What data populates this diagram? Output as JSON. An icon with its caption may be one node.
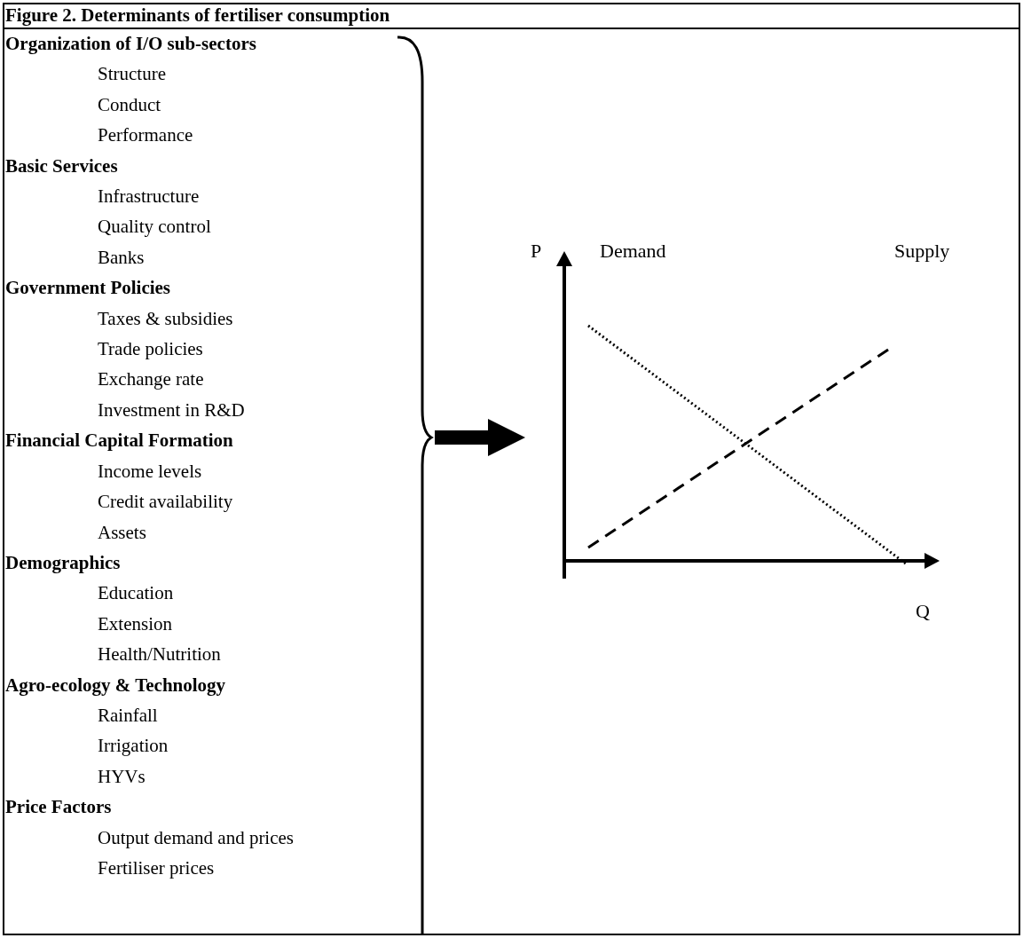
{
  "diagram": {
    "title": "Figure 2. Determinants of fertiliser consumption",
    "nodes": [
      {
        "text": [],
        "shape": "brace"
      },
      {
        "text": [
          "Organization of I/O sub-sectors",
          "Structure",
          "Conduct",
          "Performance"
        ],
        "in": 0
      },
      {
        "text": [
          "Basic Services",
          "Infrastructure",
          "Quality control",
          "Banks"
        ],
        "in": 0
      },
      {
        "text": [
          "Government Policies",
          "Taxes & subsidies",
          "Trade policies",
          "Exchange rate",
          "Investment in R&D"
        ],
        "in": 0
      },
      {
        "text": [
          "Financial Capital Formation",
          "Income levels",
          "Credit availability",
          "Assets"
        ],
        "in": 0
      },
      {
        "text": [
          "Demographics",
          "Education",
          "Extension",
          "Health/Nutrition"
        ],
        "in": 0
      },
      {
        "text": [
          "Agro-ecology & Technology",
          "Rainfall",
          "Irrigation",
          "HYVs"
        ],
        "in": 0
      },
      {
        "text": [
          "Price Factors",
          "Output demand and prices",
          "Fertiliser prices"
        ],
        "in": 0
      },
      {
        "text": [
          "P",
          "Demand",
          "Supply",
          "Q"
        ]
      }
    ],
    "edges": [
      {
        "from": 0,
        "to": 8,
        "arrow": "to",
        "style": "thick"
      }
    ]
  }
}
